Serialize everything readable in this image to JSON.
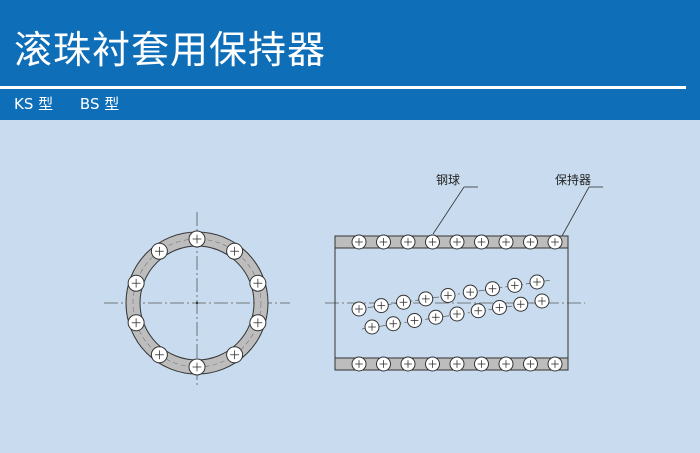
{
  "header": {
    "title": "滚珠衬套用保持器",
    "types": [
      "KS 型",
      "BS 型"
    ]
  },
  "figure": {
    "callout_ball": "钢球",
    "callout_retainer": "保持器"
  },
  "colors": {
    "header_bg": "#0e6eb8",
    "page_bg": "#c9dcef",
    "part_fill": "#bdbdbd",
    "ball_fill": "#ffffff",
    "line": "#333333"
  }
}
